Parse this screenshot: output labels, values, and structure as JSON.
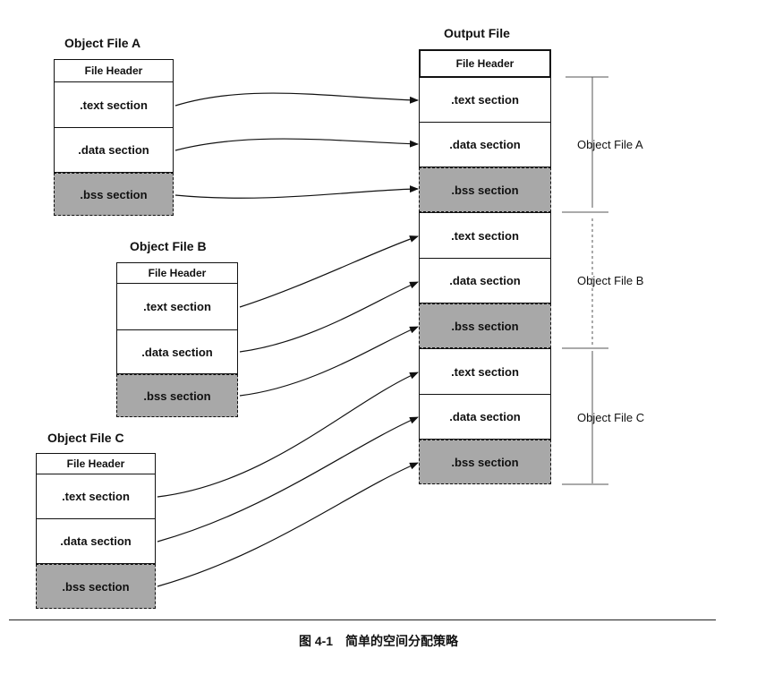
{
  "object_files": [
    {
      "title": "Object File A",
      "sections": [
        {
          "label": "File Header",
          "kind": "header"
        },
        {
          "label": ".text section",
          "kind": "text"
        },
        {
          "label": ".data section",
          "kind": "data"
        },
        {
          "label": ".bss section",
          "kind": "bss"
        }
      ]
    },
    {
      "title": "Object File B",
      "sections": [
        {
          "label": "File Header",
          "kind": "header"
        },
        {
          "label": ".text section",
          "kind": "text"
        },
        {
          "label": ".data section",
          "kind": "data"
        },
        {
          "label": ".bss section",
          "kind": "bss"
        }
      ]
    },
    {
      "title": "Object File C",
      "sections": [
        {
          "label": "File Header",
          "kind": "header"
        },
        {
          "label": ".text section",
          "kind": "text"
        },
        {
          "label": ".data section",
          "kind": "data"
        },
        {
          "label": ".bss section",
          "kind": "bss"
        }
      ]
    }
  ],
  "output_file": {
    "title": "Output File",
    "header": "File Header",
    "groups": [
      {
        "label": "Object File A",
        "sections": [
          ".text section",
          ".data section",
          ".bss section"
        ]
      },
      {
        "label": "Object File B",
        "sections": [
          ".text section",
          ".data section",
          ".bss section"
        ]
      },
      {
        "label": "Object File C",
        "sections": [
          ".text section",
          ".data section",
          ".bss section"
        ]
      }
    ]
  },
  "caption": "图 4-1　简单的空间分配策略",
  "colors": {
    "bss_fill": "#a8a8a8",
    "line": "#111111"
  }
}
